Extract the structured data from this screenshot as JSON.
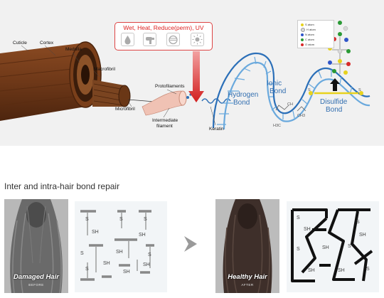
{
  "conditions": {
    "text": "Wet, Heat, Reduce(perm), UV",
    "icons": [
      "water-drop-icon",
      "hair-dryer-icon",
      "perm-head-icon",
      "sun-icon"
    ]
  },
  "structure_labels": {
    "cuticle": "Cuticle",
    "cortex": "Cortex",
    "medulla": "Medulla",
    "macrofibril": "Macrofibril",
    "microfibril": "Microfibril",
    "protofilaments": "Protofilaments",
    "intermediate_line1": "Intermediate",
    "intermediate_line2": "filament",
    "keratin": "Keratin"
  },
  "bonds": {
    "hydrogen_line1": "Hydrogen",
    "hydrogen_line2": "Bond",
    "ionic_line1": "Ionic",
    "ionic_line2": "Bond",
    "disulfide_line1": "Disulfide",
    "disulfide_line2": "Bond",
    "sulfur": "S",
    "ch3": "CH",
    "h3c": "H3C",
    "ch3_right": "CH3"
  },
  "legend": [
    {
      "label": "S atom",
      "color": "#e6d21e"
    },
    {
      "label": "H atom",
      "color": "#d8d8d8"
    },
    {
      "label": "N atom",
      "color": "#2f55c9"
    },
    {
      "label": "C atom",
      "color": "#2a9a35"
    },
    {
      "label": "O atom",
      "color": "#d82a2a"
    }
  ],
  "section_title": "Inter and intra-hair bond repair",
  "damaged": {
    "caption": "Damaged Hair",
    "sub": "BEFORE"
  },
  "healthy": {
    "caption": "Healthy Hair",
    "sub": "AFTER"
  },
  "bond_symbols": {
    "s": "S",
    "sh": "SH"
  },
  "arrow_icon": "chevron-right-icon"
}
